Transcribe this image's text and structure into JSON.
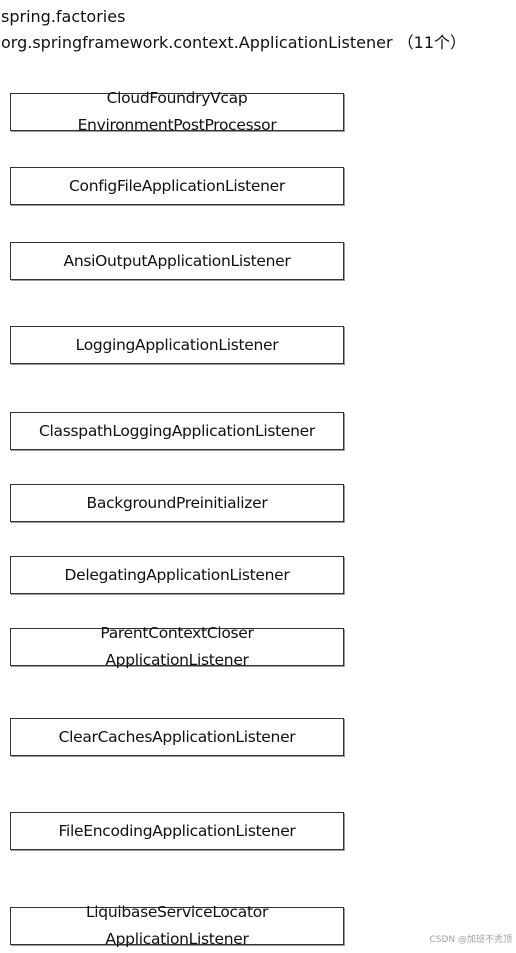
{
  "header": {
    "file_name": "spring.factories",
    "key_line": "org.springframework.context.ApplicationListener （11个）"
  },
  "listeners": [
    {
      "label": "CloudFoundryVcap\nEnvironmentPostProcessor"
    },
    {
      "label": "ConfigFileApplicationListener"
    },
    {
      "label": "AnsiOutputApplicationListener"
    },
    {
      "label": "LoggingApplicationListener"
    },
    {
      "label": "ClasspathLoggingApplicationListener"
    },
    {
      "label": "BackgroundPreinitializer"
    },
    {
      "label": "DelegatingApplicationListener"
    },
    {
      "label": "ParentContextCloser\nApplicationListener"
    },
    {
      "label": "ClearCachesApplicationListener"
    },
    {
      "label": "FileEncodingApplicationListener"
    },
    {
      "label": "LiquibaseServiceLocator\nApplicationListener"
    }
  ],
  "watermark": "CSDN @加班不秃顶"
}
